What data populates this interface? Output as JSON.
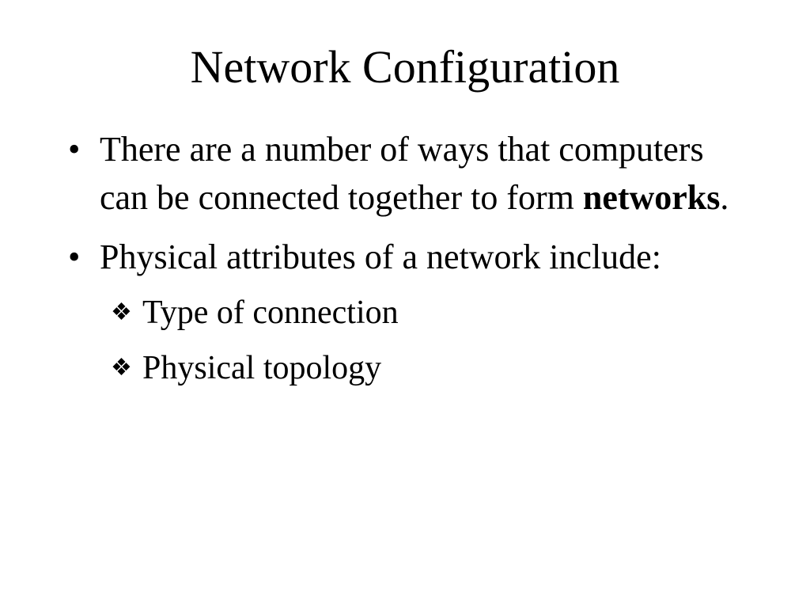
{
  "slide": {
    "title": "Network Configuration",
    "bullets": [
      {
        "marker": "•",
        "text_before": "There are a number of ways that computers can be connected together to form ",
        "bold_text": "networks",
        "text_after": "."
      },
      {
        "marker": "•",
        "text": "Physical attributes of a network include:"
      }
    ],
    "sub_bullets": [
      {
        "marker": "❖",
        "text": "Type of connection"
      },
      {
        "marker": "❖",
        "text": "Physical topology"
      }
    ]
  }
}
